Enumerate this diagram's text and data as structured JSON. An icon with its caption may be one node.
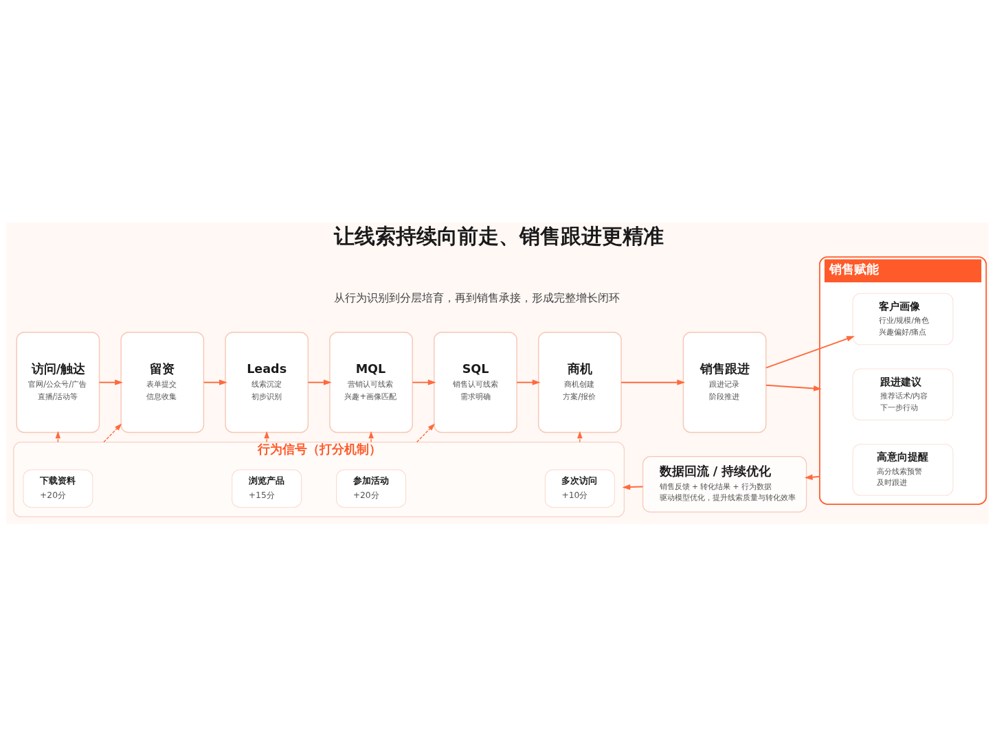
{
  "diagram": {
    "title": "让线索持续向前走、销售跟进更精准",
    "nodes": [
      {
        "text": [
          "访问/触达",
          "官网/公众号/广告",
          "直播/活动等"
        ]
      },
      {
        "text": [
          "留资",
          "表单提交",
          "信息收集"
        ]
      },
      {
        "text": [
          "Leads",
          "线索沉淀",
          "初步识别"
        ]
      },
      {
        "text": [
          "MQL",
          "营销认可线索",
          "兴趣+画像匹配"
        ]
      },
      {
        "text": [
          "SQL",
          "销售认可线索",
          "需求明确"
        ]
      },
      {
        "text": [
          "商机",
          "商机创建",
          "方案/报价"
        ]
      },
      {
        "text": [
          "销售跟进",
          "跟进记录",
          "阶段推进"
        ]
      },
      {
        "text": [
          "销售赋能"
        ]
      },
      {
        "text": [
          "客户画像",
          "行业/规模/角色",
          "兴趣偏好/痛点"
        ],
        "in": 7
      },
      {
        "text": [
          "跟进建议",
          "推荐话术/内容",
          "下一步行动"
        ],
        "in": 7
      },
      {
        "text": [
          "高意向提醒",
          "高分线索预警",
          "及时跟进"
        ],
        "in": 7
      },
      {
        "text": [
          "行为信号（打分机制）"
        ]
      },
      {
        "text": [
          "下载资料",
          "+20分"
        ],
        "in": 11
      },
      {
        "text": [
          "浏览产品",
          "+15分"
        ],
        "in": 11
      },
      {
        "text": [
          "参加活动",
          "+20分"
        ],
        "in": 11
      },
      {
        "text": [
          "多次访问",
          "+10分"
        ],
        "in": 11
      },
      {
        "text": [
          "数据回流 / 持续优化",
          "销售反馈 + 转化结果 + 行为数据",
          "驱动模型优化，提升线索质量与转化效率"
        ]
      }
    ],
    "edges": [
      {
        "from": 0,
        "to": 1,
        "arrow": "to"
      },
      {
        "from": 1,
        "to": 2,
        "arrow": "to"
      },
      {
        "from": 2,
        "to": 3,
        "arrow": "to"
      },
      {
        "from": 3,
        "to": 4,
        "arrow": "to"
      },
      {
        "from": 4,
        "to": 5,
        "arrow": "to"
      },
      {
        "from": 5,
        "to": 6,
        "arrow": "to"
      },
      {
        "from": 6,
        "to": 7,
        "arrow": "to"
      },
      {
        "from": 6,
        "to": 8,
        "arrow": "to"
      },
      {
        "from": 11,
        "to": 0,
        "arrow": "to",
        "style": "dashed"
      },
      {
        "from": 11,
        "to": 1,
        "arrow": "to",
        "style": "dashed"
      },
      {
        "from": 11,
        "to": 2,
        "arrow": "to",
        "style": "dashed"
      },
      {
        "from": 11,
        "to": 3,
        "arrow": "to",
        "style": "dashed"
      },
      {
        "from": 11,
        "to": 4,
        "arrow": "to",
        "style": "dashed"
      },
      {
        "from": 11,
        "to": 5,
        "arrow": "to",
        "style": "dashed"
      },
      {
        "from": 7,
        "to": 16,
        "arrow": "to"
      },
      {
        "from": 16,
        "to": 11,
        "arrow": "to"
      }
    ],
    "labels": [
      "从行为识别到分层培育，再到销售承接，形成完整增长闭环"
    ]
  }
}
